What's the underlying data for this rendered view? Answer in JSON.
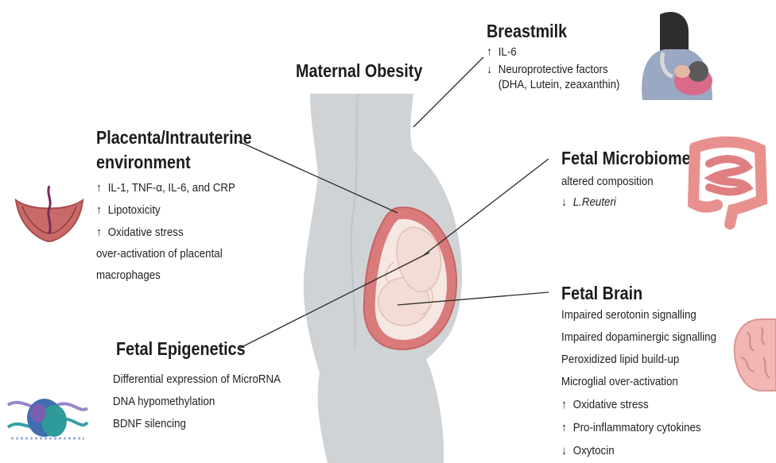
{
  "title": "Maternal Obesity",
  "colors": {
    "body": "#cfd3d6",
    "uterus": "#d97b7b",
    "fetus": "#f3dcd6",
    "line": "#2a2a2a"
  },
  "breastmilk": {
    "heading": "Breastmilk",
    "items": [
      {
        "arrow": "up",
        "text": "IL-6"
      },
      {
        "arrow": "down",
        "text": "Neuroprotective factors"
      },
      {
        "arrow": "",
        "text": "(DHA, Lutein, zeaxanthin)"
      }
    ],
    "icon": "breastfeeding-mother-icon"
  },
  "placenta": {
    "heading_line1": "Placenta/Intrauterine",
    "heading_line2": "environment",
    "items": [
      {
        "arrow": "up",
        "text": "IL-1, TNF-α, IL-6, and CRP"
      },
      {
        "arrow": "up",
        "text": "Lipotoxicity"
      },
      {
        "arrow": "up",
        "text": "Oxidative stress"
      },
      {
        "arrow": "",
        "text": "over-activation of placental"
      },
      {
        "arrow": "",
        "text": "macrophages"
      }
    ],
    "icon": "placenta-icon"
  },
  "microbiome": {
    "heading": "Fetal Microbiome",
    "items": [
      {
        "arrow": "",
        "text": "altered composition"
      },
      {
        "arrow": "down",
        "text": "L.Reuteri",
        "italic": true
      }
    ],
    "icon": "intestine-icon"
  },
  "brain": {
    "heading": "Fetal Brain",
    "items": [
      {
        "arrow": "",
        "text": "Impaired serotonin signalling"
      },
      {
        "arrow": "",
        "text": "Impaired dopaminergic signalling"
      },
      {
        "arrow": "",
        "text": "Peroxidized lipid build-up"
      },
      {
        "arrow": "",
        "text": "Microglial over-activation"
      },
      {
        "arrow": "up",
        "text": "Oxidative stress"
      },
      {
        "arrow": "up",
        "text": "Pro-inflammatory cytokines"
      },
      {
        "arrow": "down",
        "text": "Oxytocin"
      }
    ],
    "icon": "brain-icon"
  },
  "epigenetics": {
    "heading": "Fetal Epigenetics",
    "items": [
      {
        "arrow": "",
        "text": "Differential expression of MicroRNA"
      },
      {
        "arrow": "",
        "text": "DNA hypomethylation"
      },
      {
        "arrow": "",
        "text": "BDNF silencing"
      }
    ],
    "icon": "dna-nucleosome-icon"
  }
}
